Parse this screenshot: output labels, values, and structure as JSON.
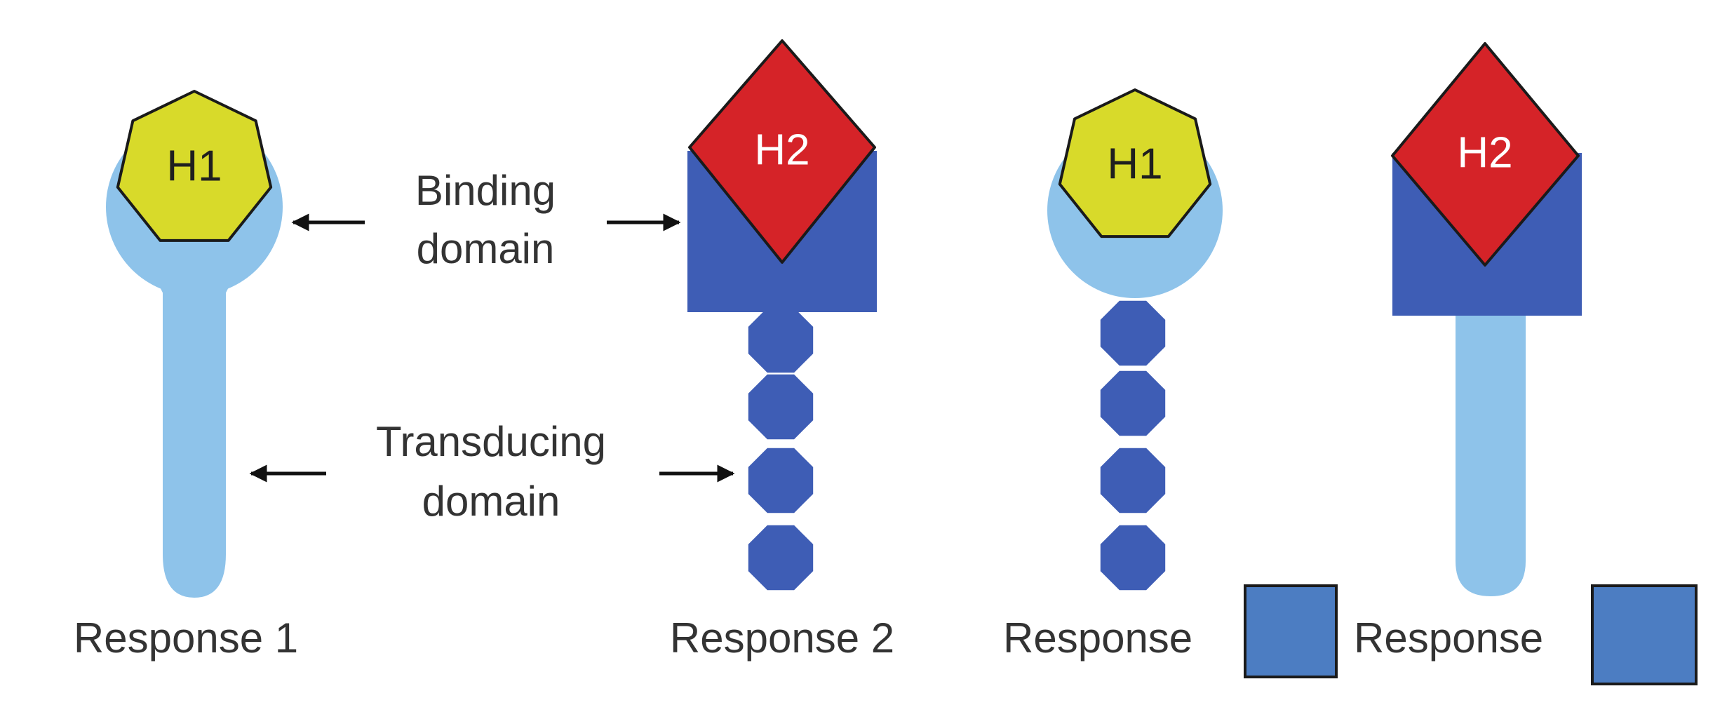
{
  "colors": {
    "light_blue": "#8EC3EA",
    "dark_blue": "#3E5DB5",
    "yellow": "#D8DA2A",
    "red": "#D52328",
    "square_fill": "#4C7DC2",
    "outline": "#1a1a1a",
    "text": "#333333"
  },
  "receptors": [
    {
      "hormone": "H1",
      "hormone_shape": "heptagon",
      "binding_domain_shape": "circle",
      "binding_domain_color": "light-blue",
      "transducing_domain_shape": "rod",
      "transducing_domain_color": "light-blue",
      "response": "Response 1"
    },
    {
      "hormone": "H2",
      "hormone_shape": "diamond",
      "binding_domain_shape": "square",
      "binding_domain_color": "dark-blue",
      "transducing_domain_shape": "bead-chain",
      "transducing_domain_color": "dark-blue",
      "response": "Response 2"
    },
    {
      "hormone": "H1",
      "hormone_shape": "heptagon",
      "binding_domain_shape": "circle",
      "binding_domain_color": "light-blue",
      "transducing_domain_shape": "bead-chain",
      "transducing_domain_color": "dark-blue",
      "response": "Response",
      "response_box": "blank"
    },
    {
      "hormone": "H2",
      "hormone_shape": "diamond",
      "binding_domain_shape": "square",
      "binding_domain_color": "dark-blue",
      "transducing_domain_shape": "rod",
      "transducing_domain_color": "light-blue",
      "response": "Response",
      "response_box": "blank"
    }
  ],
  "annotations": {
    "binding_line1": "Binding",
    "binding_line2": "domain",
    "transducing_line1": "Transducing",
    "transducing_line2": "domain"
  }
}
